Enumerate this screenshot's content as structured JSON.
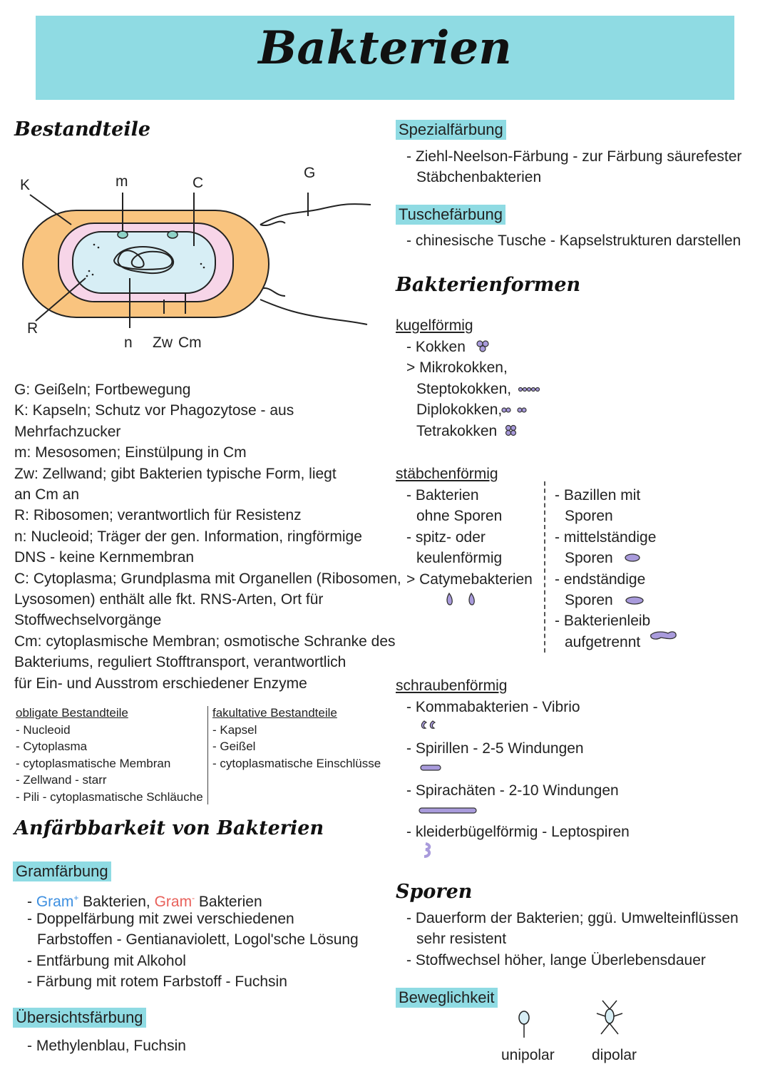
{
  "title": "Bakterien",
  "bestandteile": {
    "heading": "Bestandteile",
    "diagram_labels": {
      "k": "K",
      "m": "m",
      "c": "C",
      "g": "G",
      "r": "R",
      "n": "n",
      "zw": "Zw",
      "cm": "Cm"
    },
    "definitions": [
      "G: Geißeln; Fortbewegung",
      "K: Kapseln; Schutz vor Phagozytose - aus",
      "Mehrfachzucker",
      "m: Mesosomen; Einstülpung in Cm",
      "Zw: Zellwand; gibt Bakterien typische Form, liegt",
      "an Cm an",
      "R: Ribosomen; verantwortlich für Resistenz",
      "n: Nucleoid; Träger der gen. Information, ringförmige",
      "DNS - keine Kernmembran",
      "C: Cytoplasma; Grundplasma mit Organellen (Ribosomen,",
      "Lysosomen) enthält alle fkt. RNS-Arten, Ort für",
      "Stoffwechselvorgänge",
      "Cm: cytoplasmische Membran; osmotische Schranke des",
      "Bakteriums, reguliert Stofftransport, verantwortlich",
      "für Ein- und Ausstrom erschiedener Enzyme"
    ],
    "obligate": {
      "heading": "obligate Bestandteile",
      "items": [
        "- Nucleoid",
        "- Cytoplasma",
        "- cytoplasmatische Membran",
        "- Zellwand - starr",
        "- Pili - cytoplasmatische Schläuche"
      ]
    },
    "fakultative": {
      "heading": "fakultative Bestandteile",
      "items": [
        "- Kapsel",
        "- Geißel",
        "- cytoplasmatische Einschlüsse"
      ]
    }
  },
  "anfaerbbarkeit": {
    "heading": "Anfärbbarkeit von Bakterien",
    "gram": {
      "heading": "Gramfärbung",
      "gram_pos": "Gram",
      "gram_pos_sup": "+",
      "bakterien1": " Bakterien, ",
      "gram_neg": "Gram",
      "gram_neg_sup": "-",
      "bakterien2": " Bakterien",
      "items": [
        "- Doppelfärbung mit zwei verschiedenen",
        "Farbstoffen - Gentianaviolett, Logol'sche Lösung",
        "- Entfärbung mit Alkohol",
        "- Färbung mit rotem Farbstoff - Fuchsin"
      ]
    },
    "uebersicht": {
      "heading": "Übersichtsfärbung",
      "items": [
        "- Methylenblau, Fuchsin"
      ]
    }
  },
  "spezial": {
    "heading": "Spezialfärbung",
    "items": [
      "- Ziehl-Neelson-Färbung - zur Färbung säurefester",
      "Stäbchenbakterien"
    ]
  },
  "tusche": {
    "heading": "Tuschefärbung",
    "items": [
      "- chinesische Tusche - Kapselstrukturen darstellen"
    ]
  },
  "formen": {
    "heading": "Bakterienformen",
    "kugel": {
      "heading": "kugelförmig",
      "items": [
        "- Kokken",
        "> Mikrokokken,",
        "Steptokokken,",
        "Diplokokken,",
        "Tetrakokken"
      ]
    },
    "staebchen": {
      "heading": "stäbchenförmig",
      "left": [
        "- Bakterien",
        "ohne Sporen",
        "- spitz- oder",
        "keulenförmig",
        "> Catymebakterien"
      ],
      "right": [
        "- Bazillen mit",
        "Sporen",
        "- mittelständige",
        "Sporen",
        "- endständige",
        "Sporen",
        "- Bakterienleib",
        "aufgetrennt"
      ]
    },
    "schraube": {
      "heading": "schraubenförmig",
      "items": [
        "- Kommabakterien - Vibrio",
        "- Spirillen - 2-5 Windungen",
        "- Spirachäten - 2-10 Windungen",
        "- kleiderbügelförmig - Leptospiren"
      ]
    }
  },
  "sporen": {
    "heading": "Sporen",
    "items": [
      "- Dauerform der Bakterien; ggü. Umwelteinflüssen",
      "sehr resistent",
      "- Stoffwechsel höher, lange Überlebensdauer"
    ]
  },
  "beweglichkeit": {
    "heading": "Beweglichkeit",
    "unipolar": "unipolar",
    "dipolar": "dipolar"
  },
  "colors": {
    "banner": "#8fdbe3",
    "capsule": "#f9c47f",
    "cellwall": "#f7d5e8",
    "cytoplasm": "#d7eef5",
    "shape_icons": "#a99bdc"
  }
}
